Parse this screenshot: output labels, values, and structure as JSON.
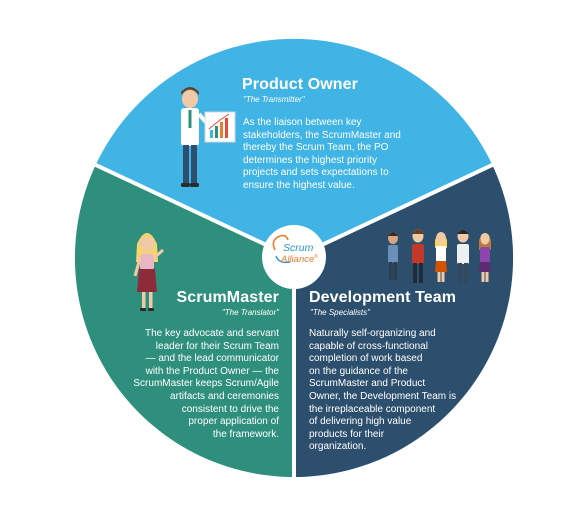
{
  "colors": {
    "product_owner": "#40b4e5",
    "scrum_master": "#2f8f7d",
    "dev_team": "#2c4f6d",
    "logo_blue": "#2c95cc",
    "logo_orange": "#ee7c2e"
  },
  "logo": {
    "scrum": "Scrum",
    "alliance": "Alliance",
    "mark": "®"
  },
  "product_owner": {
    "title": "Product Owner",
    "subtitle": "\"The Transmitter\"",
    "body": "As the liaison between key\nstakeholders, the ScrumMaster and\nthereby the Scrum Team, the PO\ndetermines the highest priority\nprojects and sets expectations to\nensure the highest value."
  },
  "scrum_master": {
    "title": "ScrumMaster",
    "subtitle": "\"The Translator\"",
    "body": "The key advocate and servant\nleader for their Scrum Team\n— and the lead communicator\nwith the Product Owner — the\nScrumMaster keeps Scrum/Agile\nartifacts and ceremonies\nconsistent to drive the\nproper application of\nthe framework."
  },
  "dev_team": {
    "title": "Development Team",
    "subtitle": "\"The Specialists\"",
    "body": "Naturally self-organizing and\ncapable of cross-functional\ncompletion of work based\non the guidance of the\nScrumMaster and Product\nOwner, the Development Team is\nthe  irreplaceable component\nof delivering high value\nproducts for their\norganization."
  }
}
